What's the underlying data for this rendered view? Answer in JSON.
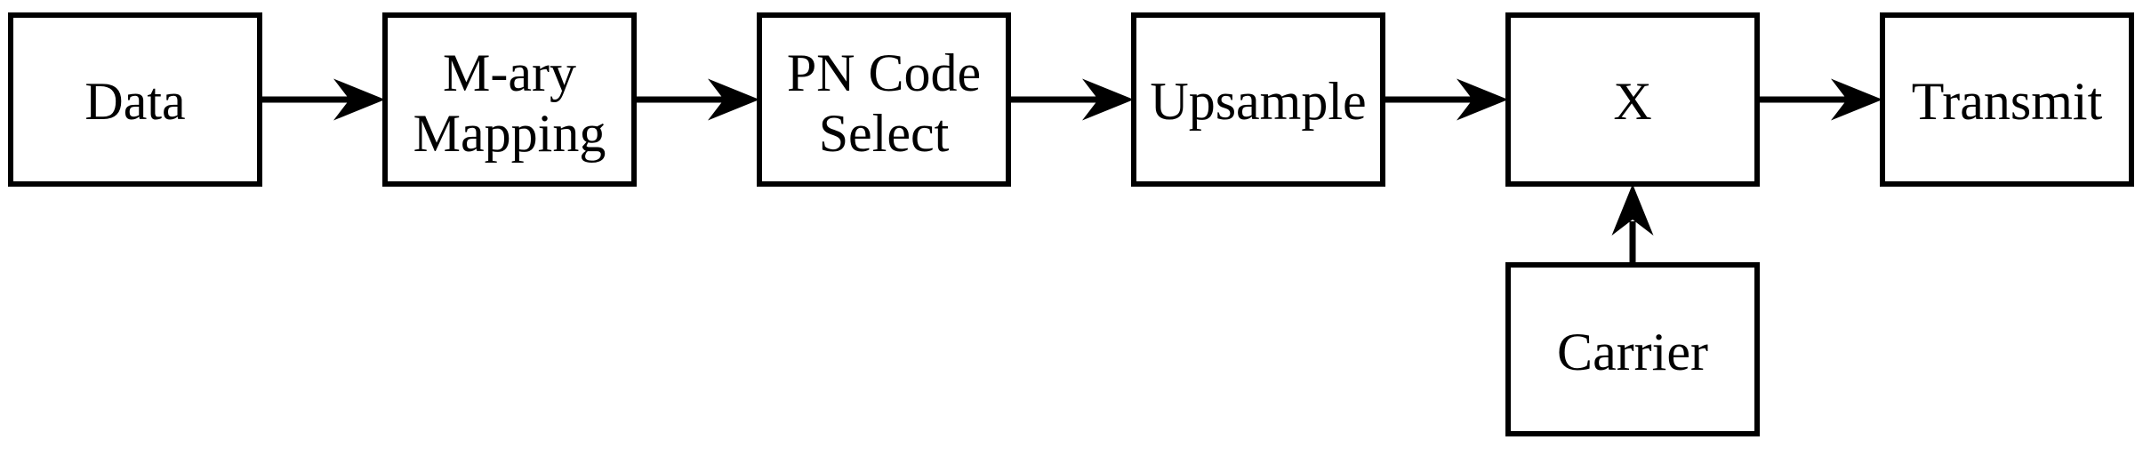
{
  "diagram": {
    "type": "flowchart",
    "description": "Transmitter block diagram: Data, M-ary Mapping, PN Code Select, Upsample, multiplier X and Transmit in a left-to-right chain; Carrier feeds upward into the multiplier",
    "colors": {
      "background": "#ffffff",
      "stroke": "#000000",
      "text": "#000000"
    },
    "nodes": [
      {
        "id": "data",
        "label": "Data",
        "lines": [
          "Data"
        ]
      },
      {
        "id": "mary_mapping",
        "label": "M-ary Mapping",
        "lines": [
          "M-ary",
          "Mapping"
        ]
      },
      {
        "id": "pn_code_select",
        "label": "PN Code Select",
        "lines": [
          "PN Code",
          "Select"
        ]
      },
      {
        "id": "upsample",
        "label": "Upsample",
        "lines": [
          "Upsample"
        ]
      },
      {
        "id": "multiplier",
        "label": "X",
        "lines": [
          "X"
        ]
      },
      {
        "id": "transmit",
        "label": "Transmit",
        "lines": [
          "Transmit"
        ]
      },
      {
        "id": "carrier",
        "label": "Carrier",
        "lines": [
          "Carrier"
        ]
      }
    ],
    "connections": [
      {
        "from": "data",
        "to": "mary_mapping",
        "direction": "right"
      },
      {
        "from": "mary_mapping",
        "to": "pn_code_select",
        "direction": "right"
      },
      {
        "from": "pn_code_select",
        "to": "upsample",
        "direction": "right"
      },
      {
        "from": "upsample",
        "to": "multiplier",
        "direction": "right"
      },
      {
        "from": "multiplier",
        "to": "transmit",
        "direction": "right"
      },
      {
        "from": "carrier",
        "to": "multiplier",
        "direction": "up"
      }
    ]
  }
}
